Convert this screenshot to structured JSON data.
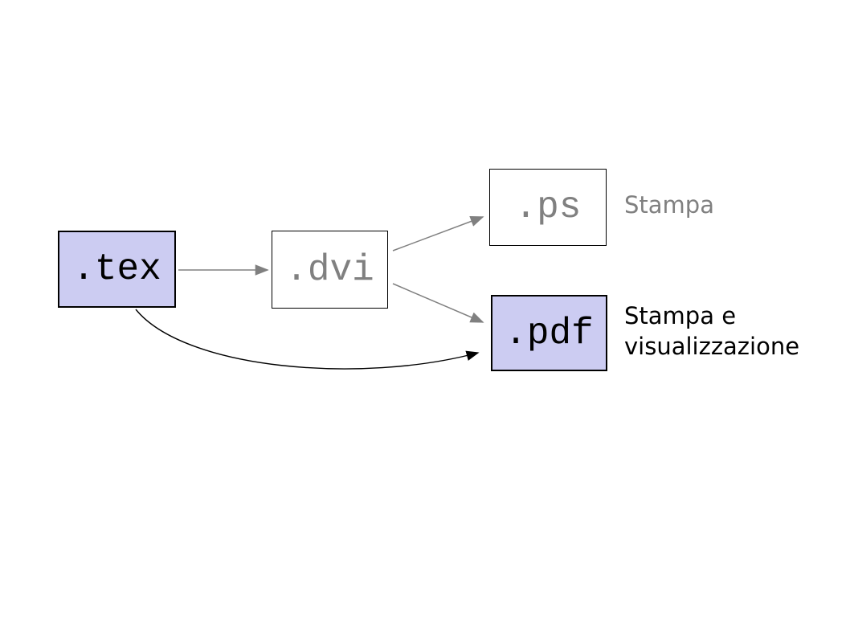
{
  "diagram": {
    "title": "LaTeX output formats flow",
    "nodes": [
      {
        "id": "tex",
        "label": ".tex",
        "highlighted": true,
        "text_tone": "dark"
      },
      {
        "id": "dvi",
        "label": ".dvi",
        "highlighted": false,
        "text_tone": "gray"
      },
      {
        "id": "ps",
        "label": ".ps",
        "highlighted": false,
        "text_tone": "gray"
      },
      {
        "id": "pdf",
        "label": ".pdf",
        "highlighted": true,
        "text_tone": "dark"
      }
    ],
    "annotations": [
      {
        "for": "ps",
        "text": "Stampa",
        "tone": "gray"
      },
      {
        "for": "pdf",
        "text": "Stampa e visualizzazione",
        "tone": "dark"
      }
    ],
    "edges": [
      {
        "from": "tex",
        "to": "dvi",
        "color": "gray",
        "shape": "straight"
      },
      {
        "from": "dvi",
        "to": "ps",
        "color": "gray",
        "shape": "straight"
      },
      {
        "from": "dvi",
        "to": "pdf",
        "color": "gray",
        "shape": "straight"
      },
      {
        "from": "tex",
        "to": "pdf",
        "color": "black",
        "shape": "curved"
      }
    ],
    "colors": {
      "node_fill_highlight": "#ccccf2",
      "node_fill_plain": "#ffffff",
      "node_border": "#000000",
      "node_text_dark": "#000000",
      "node_text_gray": "#808080",
      "annotation_gray": "#808080",
      "annotation_dark": "#000000",
      "arrow_gray": "#808080",
      "arrow_black": "#000000"
    }
  }
}
